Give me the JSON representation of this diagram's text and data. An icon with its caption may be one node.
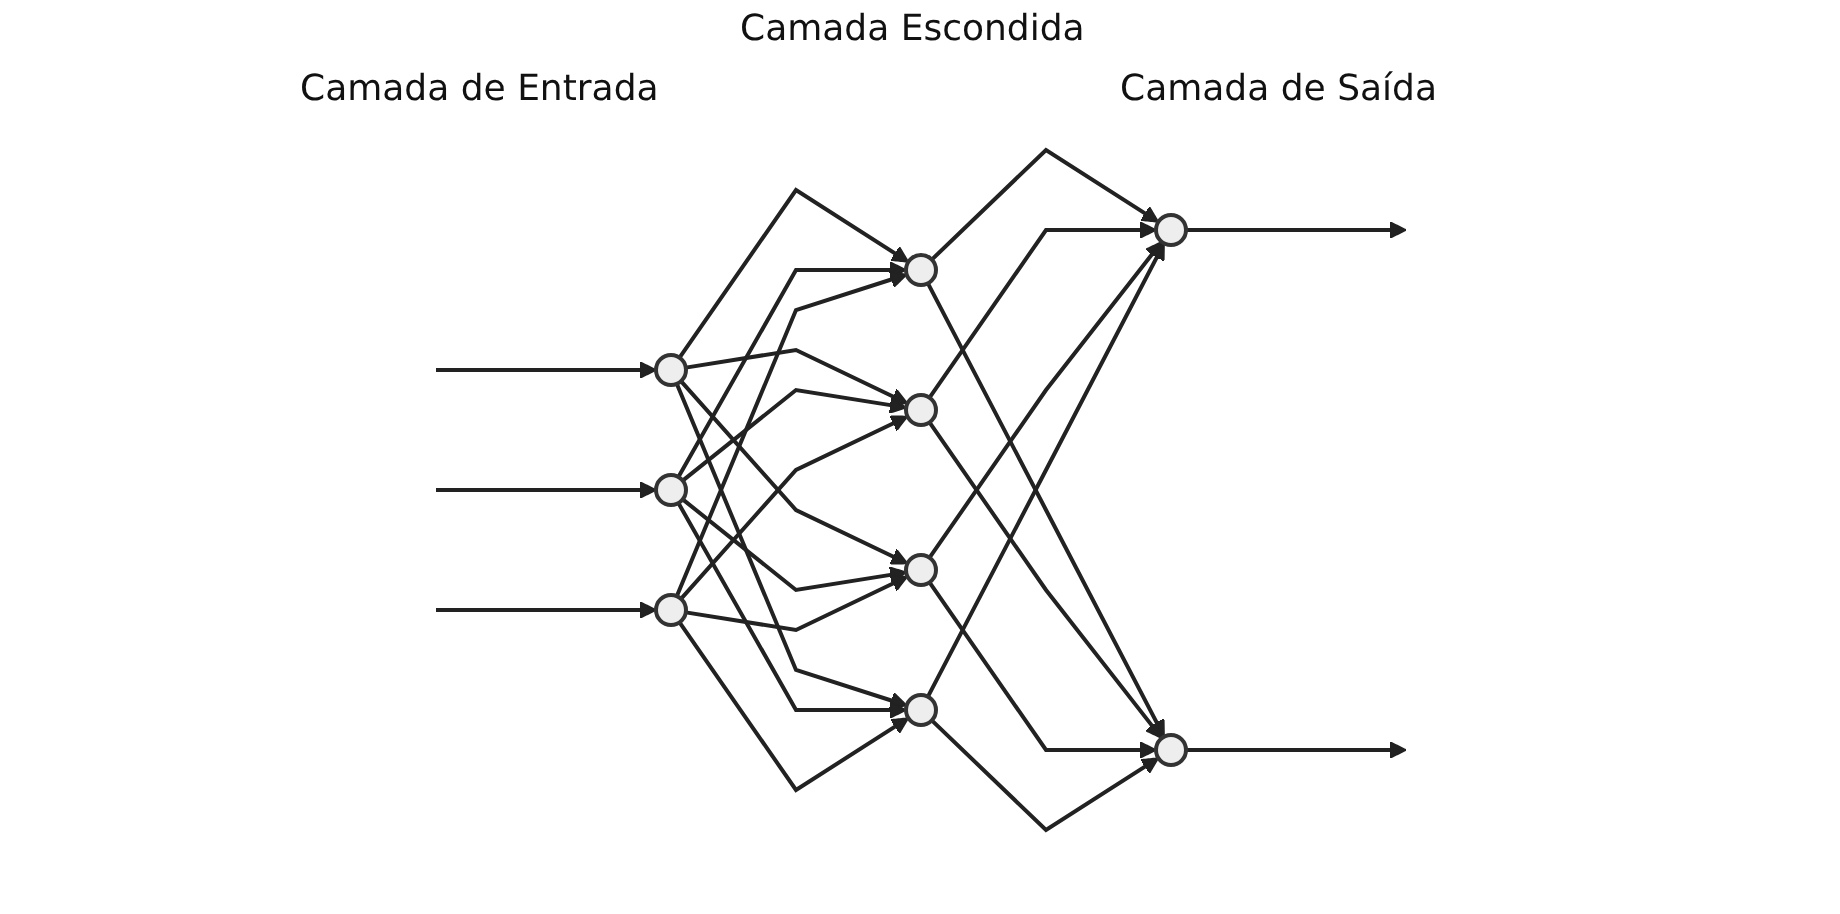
{
  "diagram": {
    "nodes": [
      {
        "text": [],
        "shape": "circle"
      },
      {
        "text": [],
        "shape": "circle"
      },
      {
        "text": [],
        "shape": "circle"
      },
      {
        "text": [],
        "shape": "circle"
      },
      {
        "text": [],
        "shape": "circle"
      },
      {
        "text": [],
        "shape": "circle"
      },
      {
        "text": [],
        "shape": "circle"
      },
      {
        "text": [],
        "shape": "circle"
      },
      {
        "text": [],
        "shape": "circle"
      }
    ],
    "edges": [
      {
        "from": null,
        "to": 0,
        "arrow": "to"
      },
      {
        "from": null,
        "to": 1,
        "arrow": "to"
      },
      {
        "from": null,
        "to": 2,
        "arrow": "to"
      },
      {
        "from": 0,
        "to": 3,
        "arrow": "to"
      },
      {
        "from": 0,
        "to": 4,
        "arrow": "to"
      },
      {
        "from": 0,
        "to": 5,
        "arrow": "to"
      },
      {
        "from": 0,
        "to": 6,
        "arrow": "to"
      },
      {
        "from": 1,
        "to": 3,
        "arrow": "to"
      },
      {
        "from": 1,
        "to": 4,
        "arrow": "to"
      },
      {
        "from": 1,
        "to": 5,
        "arrow": "to"
      },
      {
        "from": 1,
        "to": 6,
        "arrow": "to"
      },
      {
        "from": 2,
        "to": 3,
        "arrow": "to"
      },
      {
        "from": 2,
        "to": 4,
        "arrow": "to"
      },
      {
        "from": 2,
        "to": 5,
        "arrow": "to"
      },
      {
        "from": 2,
        "to": 6,
        "arrow": "to"
      },
      {
        "from": 3,
        "to": 7,
        "arrow": "to"
      },
      {
        "from": 3,
        "to": 8,
        "arrow": "to"
      },
      {
        "from": 4,
        "to": 7,
        "arrow": "to"
      },
      {
        "from": 4,
        "to": 8,
        "arrow": "to"
      },
      {
        "from": 5,
        "to": 7,
        "arrow": "to"
      },
      {
        "from": 5,
        "to": 8,
        "arrow": "to"
      },
      {
        "from": 6,
        "to": 7,
        "arrow": "to"
      },
      {
        "from": 6,
        "to": 8,
        "arrow": "to"
      },
      {
        "from": 7,
        "to": null,
        "arrow": "to"
      },
      {
        "from": 8,
        "to": null,
        "arrow": "to"
      }
    ],
    "labels": [
      "Camada Escondida",
      "Camada de Entrada",
      "Camada de Saída"
    ]
  }
}
